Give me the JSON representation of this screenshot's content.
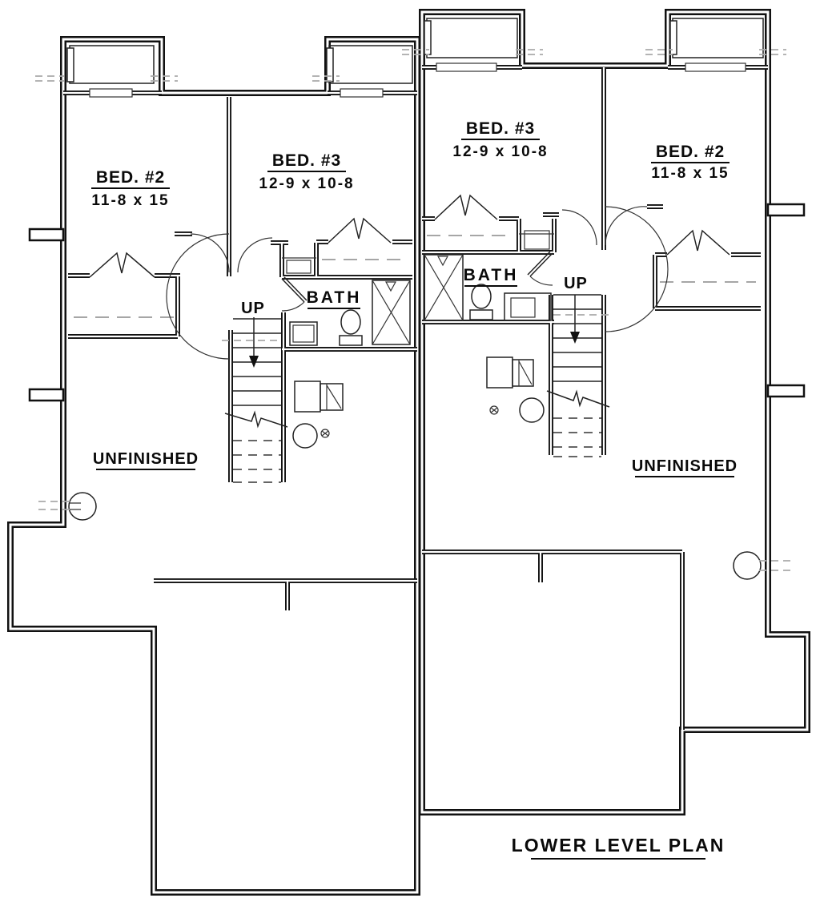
{
  "plan": {
    "title": "LOWER LEVEL PLAN",
    "labels": {
      "up": "UP",
      "bath": "BATH",
      "unfinished": "UNFINISHED"
    },
    "left_unit": {
      "bed2_name": "BED. #2",
      "bed2_dims": "11-8 x 15",
      "bed3_name": "BED. #3",
      "bed3_dims": "12-9 x 10-8"
    },
    "right_unit": {
      "bed2_name": "BED. #2",
      "bed2_dims": "11-8 x 15",
      "bed3_name": "BED. #3",
      "bed3_dims": "12-9 x 10-8"
    },
    "colors": {
      "line": "#111111",
      "background": "#ffffff",
      "dash": "#999999"
    }
  }
}
